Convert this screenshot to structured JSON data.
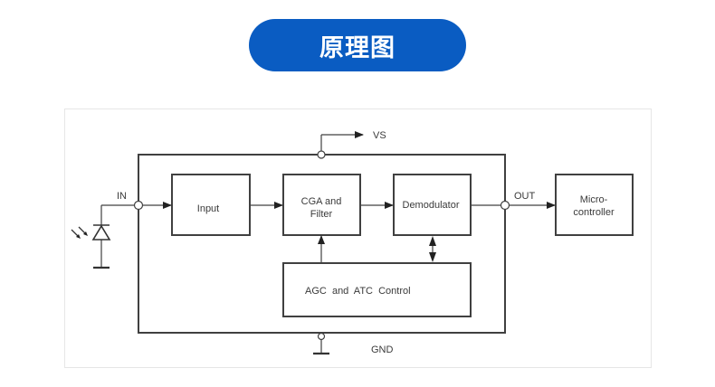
{
  "header": {
    "title": "原理图"
  },
  "diagram": {
    "pins": {
      "in": "IN",
      "out": "OUT",
      "vs": "VS",
      "gnd": "GND"
    },
    "blocks": {
      "input": [
        "Input"
      ],
      "cga_filter": [
        "CGA and",
        "Filter"
      ],
      "demodulator": [
        "Demodulator"
      ],
      "agc_atc": [
        "AGC  and  ATC  Control"
      ],
      "microcontroller": [
        "Micro-",
        "controller"
      ]
    },
    "colors": {
      "accent": "#0a5cc2",
      "line": "#404040",
      "text": "#3a3a3a"
    }
  }
}
